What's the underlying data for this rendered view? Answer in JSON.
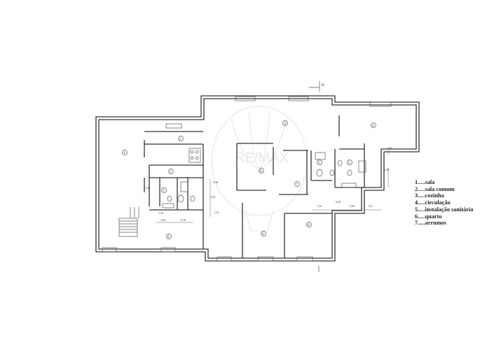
{
  "plan": {
    "north_label": "B",
    "watermark_text": "RE/MAX",
    "room_marks": [
      "1",
      "2",
      "3",
      "4",
      "5",
      "6",
      "7"
    ],
    "dimensions": [
      "3,9c",
      "5,30",
      "2,30",
      "0,30",
      "2,5c",
      "0,30",
      "5,20",
      "1,5c",
      "2,30",
      "0,10",
      "1,30",
      "1,9c",
      "1,10"
    ]
  },
  "legend": {
    "items": [
      "1.....sala",
      "2.....sala comum",
      "3.....cozinha",
      "4.....circulação",
      "5.....instalação sanitária",
      "6.....quarto",
      "7.....arrumos"
    ]
  }
}
